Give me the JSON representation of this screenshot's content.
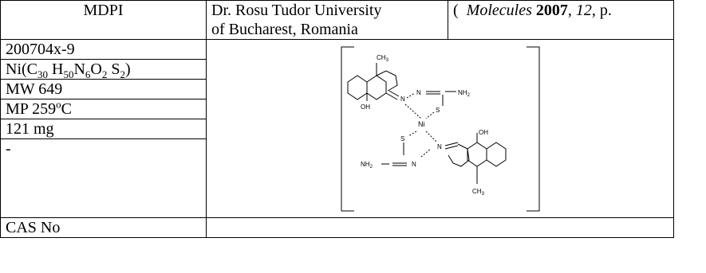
{
  "header": {
    "publisher": "MDPI",
    "affiliation_line1": "Dr. Rosu Tudor University",
    "affiliation_line2": "of Bucharest, Romania",
    "ref_open": "(",
    "ref_journal": "Molecules",
    "ref_year": "2007",
    "ref_sep1": ",",
    "ref_volume": "12",
    "ref_sep2": ", p."
  },
  "compound": {
    "code": "200704x-9",
    "formula": {
      "metal": "Ni(",
      "c": "C",
      "c_n": "30",
      "h": " H",
      "h_n": "50",
      "n": "N",
      "n_n": "6",
      "o": "O",
      "o_n": "2",
      "s": " S",
      "s_n": "2",
      "close": ")"
    },
    "mw": "MW 649",
    "mp_prefix": "MP 259",
    "mp_sup": "o",
    "mp_suffix": "C",
    "amount": "121 mg",
    "note": "-",
    "cas_label": "CAS No"
  },
  "structure": {
    "ch3_top": "CH",
    "ch3_top_sub": "3",
    "ch3_bottom": "CH",
    "ch3_bottom_sub": "3",
    "oh_left": "OH",
    "oh_right": "OH",
    "n_left_imine": "N",
    "n_left_mid": "N",
    "nh2_top": "NH",
    "nh2_top_sub": "2",
    "s_top": "S",
    "ni": "Ni",
    "s_bottom": "S",
    "n_right_imine": "N",
    "n_right_mid": "N",
    "nh2_bottom": "NH",
    "nh2_bottom_sub": "2"
  }
}
